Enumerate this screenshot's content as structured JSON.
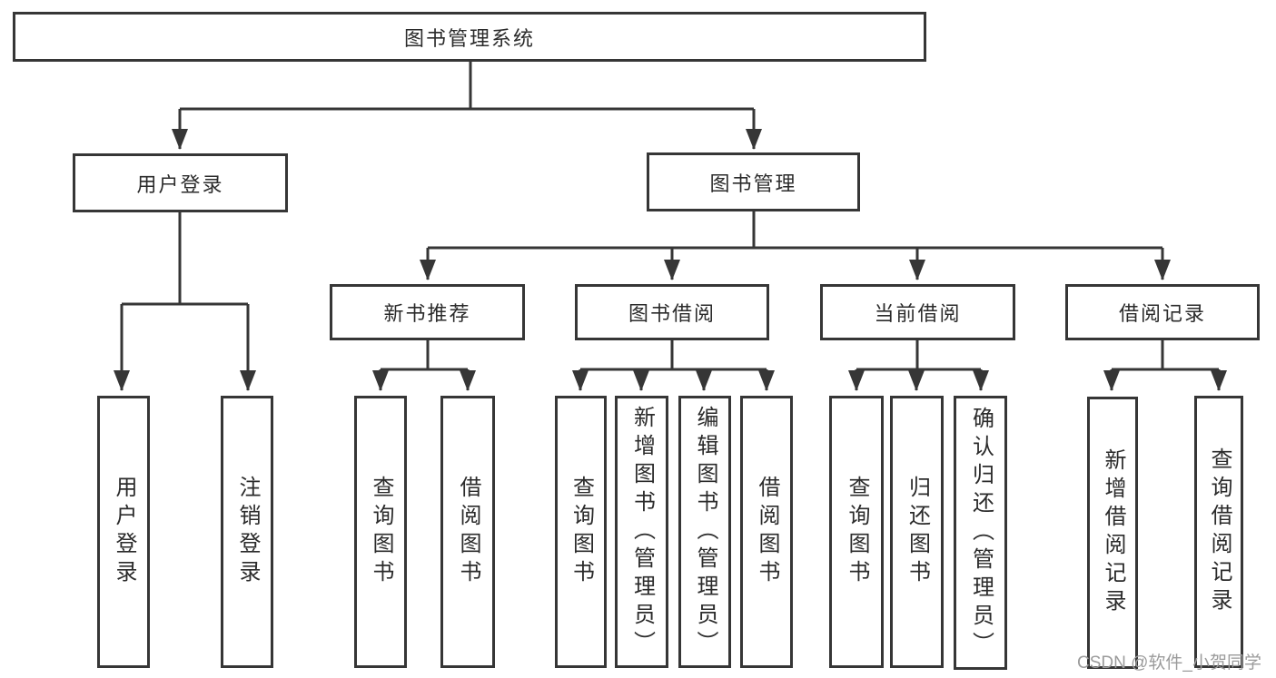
{
  "diagram": {
    "root_label": "图书管理系统",
    "level2": [
      {
        "label": "用户登录",
        "children": [
          "用户登录",
          "注销登录"
        ]
      },
      {
        "label": "图书管理"
      }
    ],
    "level3": [
      {
        "label": "新书推荐",
        "children": [
          "查询图书",
          "借阅图书"
        ]
      },
      {
        "label": "图书借阅",
        "children": [
          "查询图书",
          "新增图书（管理员）",
          "编辑图书（管理员）",
          "借阅图书"
        ]
      },
      {
        "label": "当前借阅",
        "children": [
          "查询图书",
          "归还图书",
          "确认归还（管理员）"
        ]
      },
      {
        "label": "借阅记录",
        "children": [
          "新增借阅记录",
          "查询借阅记录"
        ]
      }
    ]
  },
  "icons": {
    "arrowhead": "arrow-down-icon"
  },
  "colors": {
    "line": "#363636",
    "box_border": "#363636",
    "box_background": "#ffffff",
    "text": "#2b2b2b",
    "watermark": "#9b9b9b",
    "page_background": "#ffffff"
  },
  "watermark": "CSDN @软件_小贺同学"
}
